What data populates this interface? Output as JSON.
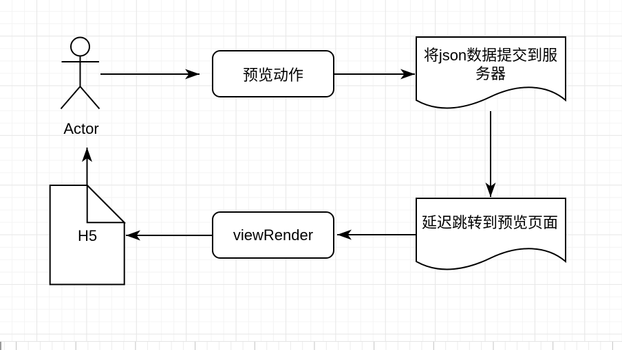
{
  "diagram": {
    "type": "flowchart",
    "stroke_color": "#000000",
    "fill_color": "#ffffff",
    "grid": {
      "minor_line_color": "#f4f4f4",
      "major_line_color": "#e7e7e7",
      "page_strip_tick_color": "#c6c6c6"
    },
    "nodes": {
      "actor": {
        "label": "Actor",
        "shape": "actor"
      },
      "preview_action": {
        "label": "预览动作",
        "shape": "rounded-rectangle"
      },
      "submit_json": {
        "label": "将json数据提交到服务器",
        "shape": "document"
      },
      "delay_redirect": {
        "label": "延迟跳转到预览页面",
        "shape": "document"
      },
      "view_render": {
        "label": "viewRender",
        "shape": "rounded-rectangle"
      },
      "h5": {
        "label": "H5",
        "shape": "note"
      }
    },
    "edges": [
      {
        "from": "actor",
        "to": "preview_action"
      },
      {
        "from": "preview_action",
        "to": "submit_json"
      },
      {
        "from": "submit_json",
        "to": "delay_redirect"
      },
      {
        "from": "delay_redirect",
        "to": "view_render"
      },
      {
        "from": "view_render",
        "to": "h5"
      },
      {
        "from": "h5",
        "to": "actor"
      }
    ]
  }
}
